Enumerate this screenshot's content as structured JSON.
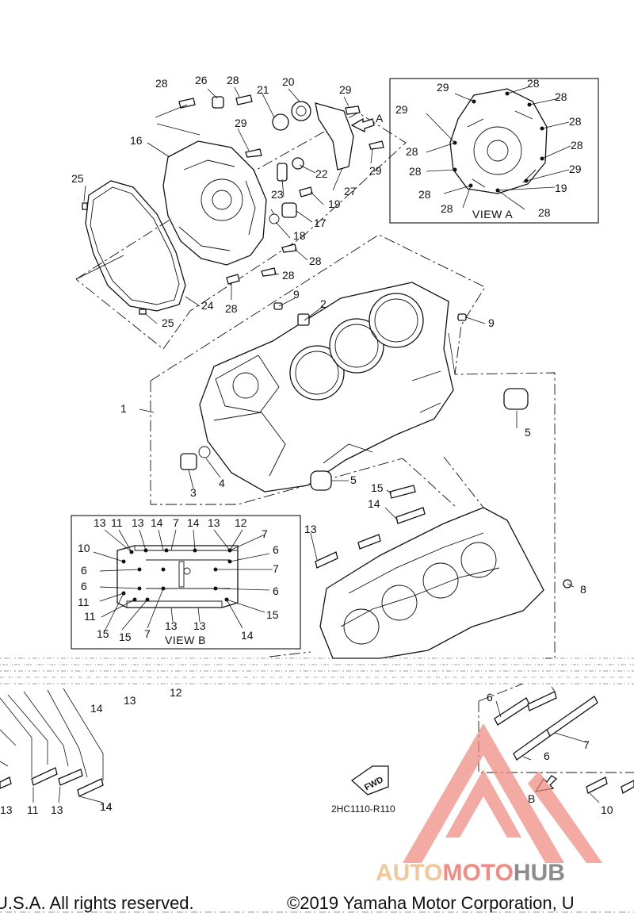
{
  "diagram": {
    "part_code": "2HC1110-R110",
    "fwd_label": "FWD",
    "pointer_a": "A",
    "pointer_b": "B",
    "view_a": {
      "title": "VIEW A",
      "callouts": [
        "29",
        "28",
        "28",
        "29",
        "28",
        "28",
        "28",
        "28",
        "29",
        "28",
        "19",
        "28",
        "28"
      ]
    },
    "view_b": {
      "title": "VIEW B",
      "callouts": [
        "13",
        "11",
        "13",
        "14",
        "7",
        "14",
        "13",
        "12",
        "7",
        "10",
        "6",
        "6",
        "7",
        "6",
        "6",
        "11",
        "11",
        "15",
        "15",
        "7",
        "13",
        "13",
        "14",
        "15"
      ]
    },
    "main_callouts": [
      "28",
      "26",
      "28",
      "21",
      "20",
      "29",
      "16",
      "29",
      "29",
      "22",
      "25",
      "23",
      "27",
      "19",
      "17",
      "18",
      "28",
      "28",
      "24",
      "28",
      "25",
      "9",
      "2",
      "9",
      "1",
      "5",
      "4",
      "3",
      "5",
      "15",
      "14",
      "13",
      "8",
      "14",
      "13",
      "12",
      "14",
      "13",
      "11",
      "13",
      "14",
      "6",
      "6",
      "7",
      "10"
    ]
  },
  "footer": {
    "left": "U.S.A. All rights reserved.",
    "right": "©2019 Yamaha Motor Corporation, U"
  },
  "watermark": {
    "word_1": "AUTO",
    "word_2": "MOTO",
    "word_3": "HUB",
    "colors": {
      "auto": "#f2c79a",
      "moto": "#f08c84",
      "hub": "#8c8c8c",
      "triangle": "#ee8a80"
    }
  }
}
